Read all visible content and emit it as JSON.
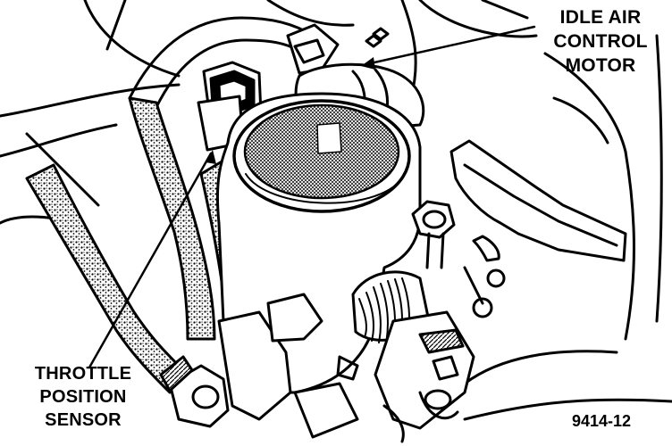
{
  "labels": {
    "idle_air_control_motor": [
      "IDLE AIR",
      "CONTROL",
      "MOTOR"
    ],
    "throttle_position_sensor": [
      "THROTTLE",
      "POSITION",
      "SENSOR"
    ]
  },
  "figure_id": "9414-12",
  "colors": {
    "ink": "#000000",
    "paper": "#ffffff"
  }
}
